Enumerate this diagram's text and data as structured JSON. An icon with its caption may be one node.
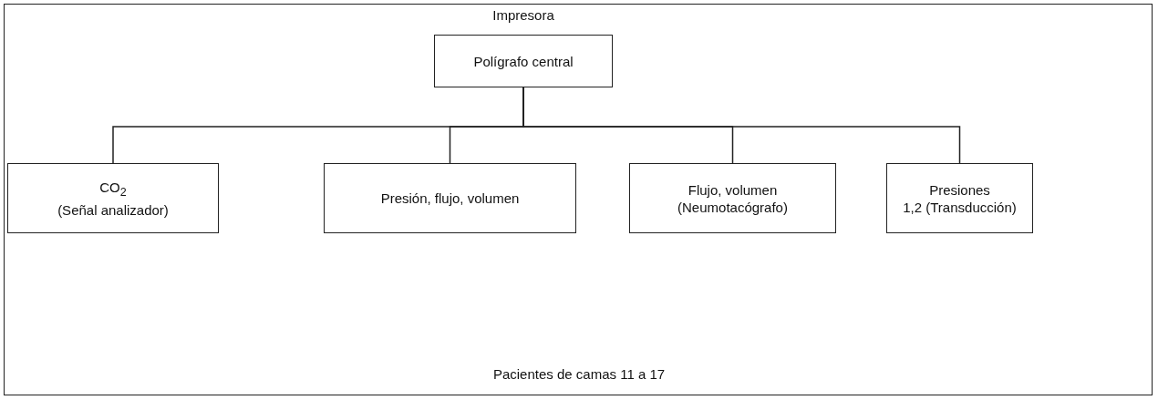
{
  "diagram": {
    "nodes": [
      {
        "text": [
          "Impresora",
          "Polígrafo central"
        ]
      },
      {
        "text": [
          "CO$_{2}$",
          "(Señal analizador)"
        ]
      },
      {
        "text": [
          "Presión, flujo, volumen"
        ]
      },
      {
        "text": [
          "Flujo, volumen",
          "(Neumotacógrafo)"
        ]
      },
      {
        "text": [
          "Presiones",
          "1,2 (Transducción)"
        ]
      }
    ],
    "edges": [
      {
        "from": 0,
        "to": 1,
        "arrow": "none"
      },
      {
        "from": 0,
        "to": 2,
        "arrow": "none"
      },
      {
        "from": 0,
        "to": 3,
        "arrow": "none"
      },
      {
        "from": 0,
        "to": 4,
        "arrow": "none"
      }
    ],
    "labels": [
      "Pacientes de camas 11 a 17"
    ]
  }
}
